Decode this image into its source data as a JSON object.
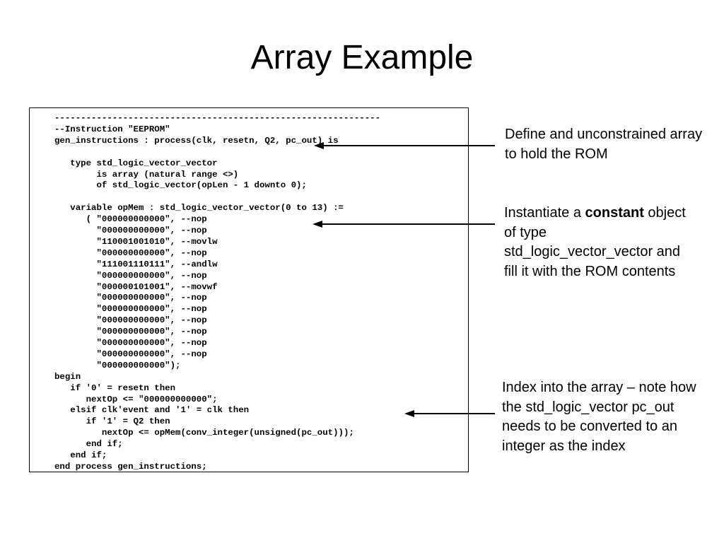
{
  "title": "Array Example",
  "code_lines": [
    "--------------------------------------------------------------",
    "--Instruction \"EEPROM\"",
    "gen_instructions : process(clk, resetn, Q2, pc_out) is",
    "",
    "   type std_logic_vector_vector",
    "        is array (natural range <>)",
    "        of std_logic_vector(opLen - 1 downto 0);",
    "",
    "   variable opMem : std_logic_vector_vector(0 to 13) :=",
    "      ( \"000000000000\", --nop",
    "        \"000000000000\", --nop",
    "        \"110001001010\", --movlw",
    "        \"000000000000\", --nop",
    "        \"111001110111\", --andlw",
    "        \"000000000000\", --nop",
    "        \"000000101001\", --movwf",
    "        \"000000000000\", --nop",
    "        \"000000000000\", --nop",
    "        \"000000000000\", --nop",
    "        \"000000000000\", --nop",
    "        \"000000000000\", --nop",
    "        \"000000000000\", --nop",
    "        \"000000000000\");",
    "begin",
    "   if '0' = resetn then",
    "      nextOp <= \"000000000000\";",
    "   elsif clk'event and '1' = clk then",
    "      if '1' = Q2 then",
    "         nextOp <= opMem(conv_integer(unsigned(pc_out)));",
    "      end if;",
    "   end if;",
    "end process gen_instructions;"
  ],
  "notes": {
    "note1": "Define and unconstrained array to hold the ROM",
    "note2_before": "Instantiate a ",
    "note2_bold": "constant",
    "note2_after": " object of type std_logic_vector_vector and fill it with the ROM contents",
    "note3": "Index into the array – note how the std_logic_vector pc_out needs to be converted to an integer as the index"
  }
}
